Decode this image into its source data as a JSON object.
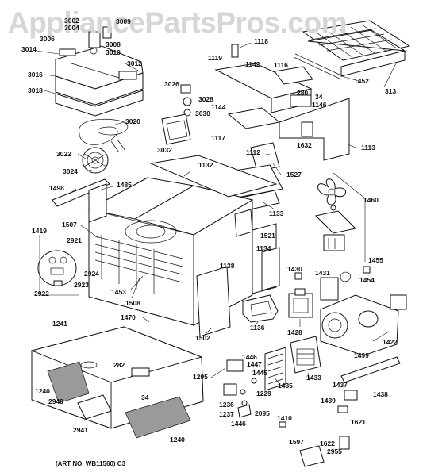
{
  "watermark": "AppliancePartsPros.com",
  "art_no": "(ART NO. WB11560) C3",
  "labels": {
    "p3002": "3002",
    "p3004": "3004",
    "p3006": "3006",
    "p3008": "3008",
    "p3009": "3009",
    "p3010": "3010",
    "p3012": "3012",
    "p3014": "3014",
    "p3016": "3016",
    "p3018": "3018",
    "p3020": "3020",
    "p3022": "3022",
    "p3024": "3024",
    "p3026": "3026",
    "p3028": "3028",
    "p3030": "3030",
    "p3032": "3032",
    "p1118": "1118",
    "p1119": "1119",
    "p1142": "1142",
    "p1116": "1116",
    "p1452": "1452",
    "p313": "313",
    "p280": "280",
    "p34a": "34",
    "p1146": "1146",
    "p1144": "1144",
    "p1117": "1117",
    "p1632": "1632",
    "p1113": "1113",
    "p1112": "1112",
    "p1527": "1527",
    "p1132": "1132",
    "p1133": "1133",
    "p1498": "1498",
    "p1485": "1485",
    "p1460": "1460",
    "p1507": "1507",
    "p1419": "1419",
    "p2921": "2921",
    "p1521": "1521",
    "p1134": "1134",
    "p1138": "1138",
    "p1430": "1430",
    "p1455": "1455",
    "p1431": "1431",
    "p1454": "1454",
    "p2924": "2924",
    "p2922": "2922",
    "p2923": "2923",
    "p1453": "1453",
    "p1508": "1508",
    "p1470": "1470",
    "p1136": "1136",
    "p1428": "1428",
    "p1422": "1422",
    "p1502": "1502",
    "p1241": "1241",
    "p282": "282",
    "p1446a": "1446",
    "p1447": "1447",
    "p1445": "1445",
    "p1433": "1433",
    "p1205": "1205",
    "p1499": "1499",
    "p1435": "1435",
    "p1437": "1437",
    "p1438": "1438",
    "p1240a": "1240",
    "p2940": "2940",
    "p34b": "34",
    "p1229": "1229",
    "p1236": "1236",
    "p1237": "1237",
    "p2095": "2095",
    "p1446b": "1446",
    "p1439": "1439",
    "p1410": "1410",
    "p1621": "1621",
    "p2941": "2941",
    "p1240b": "1240",
    "p1597": "1597",
    "p1622": "1622",
    "p2955": "2955"
  },
  "icons": {
    "motor": "cooling-fan-motor-icon",
    "transformer": "transformer-icon",
    "magnetron": "magnetron-icon"
  }
}
